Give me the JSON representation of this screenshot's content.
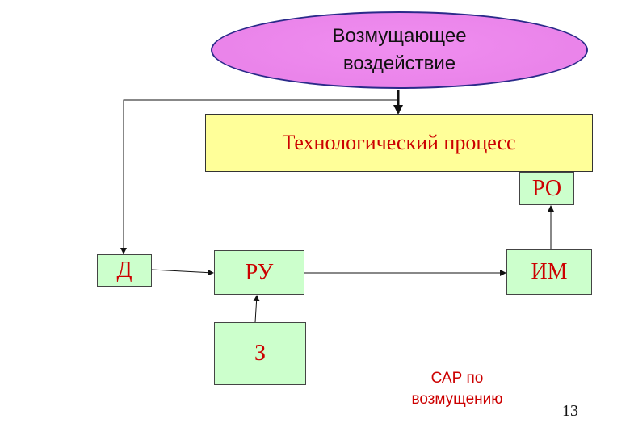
{
  "disturbance": {
    "line1": "Возмущающее",
    "line2": "воздействие"
  },
  "process": {
    "label": "Технологический процесс"
  },
  "blocks": {
    "ro": "РО",
    "d": "Д",
    "ru": "РУ",
    "im": "ИМ",
    "z": "З"
  },
  "note": {
    "line1": "САР по",
    "line2": "возмущению"
  },
  "page_number": "13",
  "colors": {
    "process_fill": "#ffff99",
    "block_fill": "#ccffcc",
    "ellipse_fill": "#ee82ee",
    "label_text": "#cc0000"
  }
}
